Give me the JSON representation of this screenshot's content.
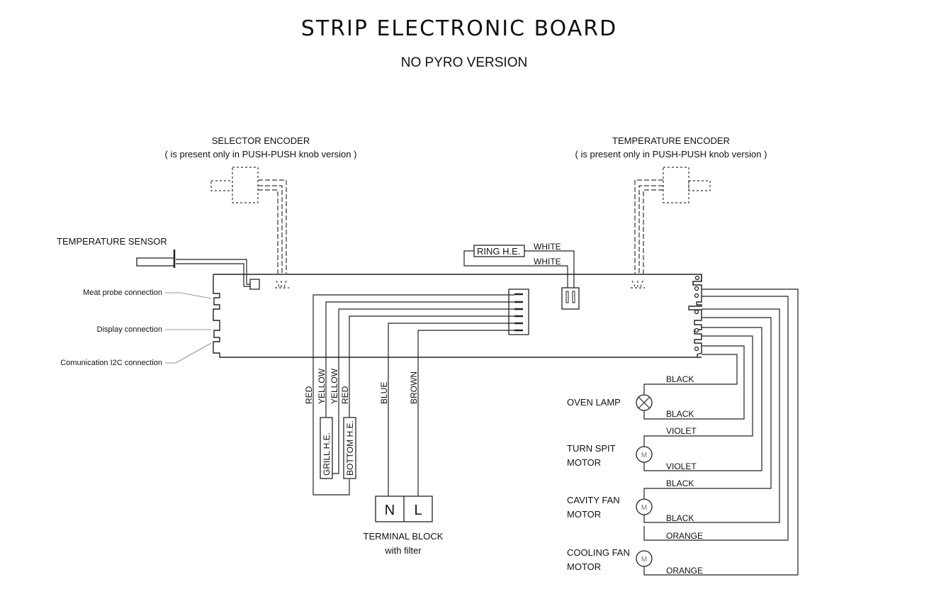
{
  "header": {
    "title": "STRIP ELECTRONIC BOARD",
    "subtitle": "NO PYRO VERSION"
  },
  "encoders": {
    "selector": {
      "name": "SELECTOR ENCODER",
      "note": "( is present only in PUSH-PUSH knob version )"
    },
    "temperature": {
      "name": "TEMPERATURE ENCODER",
      "note": "( is present only in PUSH-PUSH knob version )"
    }
  },
  "sensor": {
    "label": "TEMPERATURE SENSOR"
  },
  "board_connections": {
    "meat_probe": "Meat probe connection",
    "display": "Display connection",
    "i2c": "Comunication I2C connection"
  },
  "ring_element": {
    "label": "RING H.E.",
    "wire_top": "WHITE",
    "wire_bottom": "WHITE"
  },
  "heating_elements": {
    "grill": "GRILL H.E.",
    "bottom": "BOTTOM H.E.",
    "wires": [
      "RED",
      "YELLOW",
      "YELLOW",
      "RED"
    ]
  },
  "power": {
    "wires": [
      "BLUE",
      "BROWN"
    ],
    "terminal_n": "N",
    "terminal_l": "L",
    "terminal_label_1": "TERMINAL BLOCK",
    "terminal_label_2": "with filter"
  },
  "loads": [
    {
      "name_1": "OVEN LAMP",
      "name_2": "",
      "symbol": "lamp",
      "wire_top": "BLACK",
      "wire_bottom": "BLACK"
    },
    {
      "name_1": "TURN SPIT",
      "name_2": "MOTOR",
      "symbol": "M",
      "wire_top": "VIOLET",
      "wire_bottom": "VIOLET"
    },
    {
      "name_1": "CAVITY FAN",
      "name_2": "MOTOR",
      "symbol": "M",
      "wire_top": "BLACK",
      "wire_bottom": "BLACK"
    },
    {
      "name_1": "COOLING FAN",
      "name_2": "MOTOR",
      "symbol": "M",
      "wire_top": "ORANGE",
      "wire_bottom": "ORANGE"
    }
  ]
}
